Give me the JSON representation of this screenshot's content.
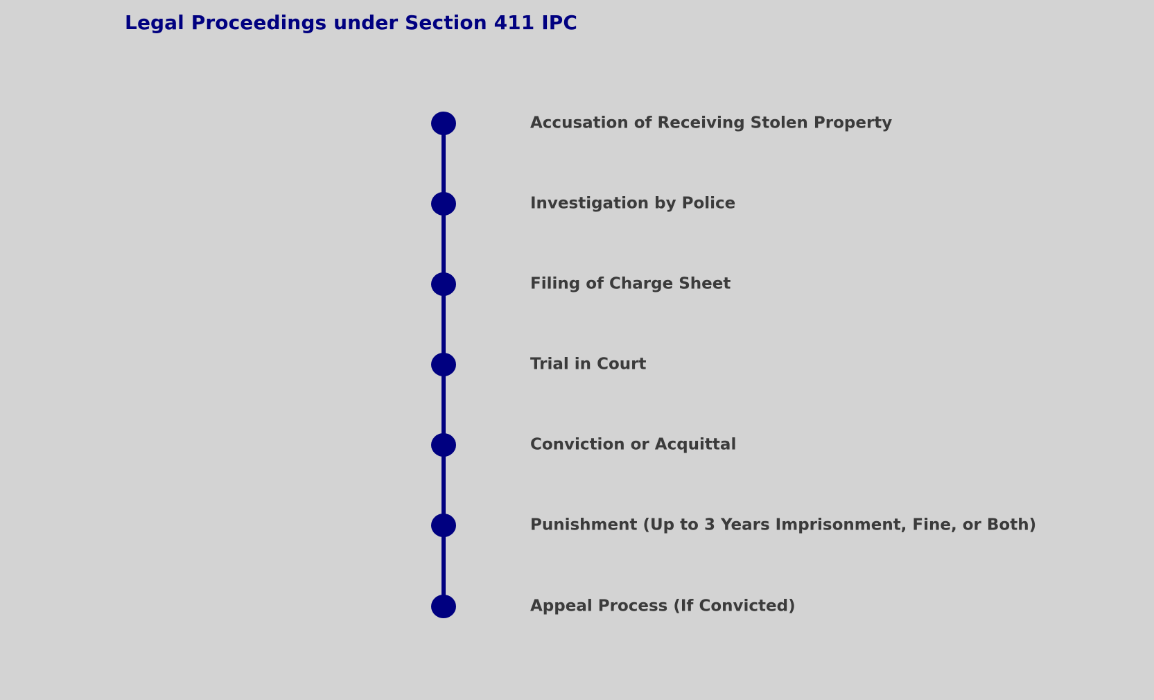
{
  "figure": {
    "title": "Legal Proceedings under Section 411 IPC",
    "background_color": "#d3d3d3",
    "title_color": "#000080",
    "accent_color": "#000080",
    "label_color": "#3b3b3b"
  },
  "chart_data": {
    "type": "timeline",
    "title": "Legal Proceedings under Section 411 IPC",
    "xlabel": "",
    "ylabel": "",
    "orientation": "vertical",
    "marker_shape": "circle",
    "marker_color": "#000080",
    "line_color": "#000080",
    "grid": false,
    "legend": "none",
    "categories": [
      "Accusation of Receiving Stolen Property",
      "Investigation by Police",
      "Filing of Charge Sheet",
      "Trial in Court",
      "Conviction or Acquittal",
      "Punishment (Up to 3 Years Imprisonment, Fine, or Both)",
      "Appeal Process (If Convicted)"
    ],
    "values": [
      1,
      2,
      3,
      4,
      5,
      6,
      7
    ],
    "steps": [
      {
        "order": 1,
        "label": "Accusation of Receiving Stolen Property"
      },
      {
        "order": 2,
        "label": "Investigation by Police"
      },
      {
        "order": 3,
        "label": "Filing of Charge Sheet"
      },
      {
        "order": 4,
        "label": "Trial in Court"
      },
      {
        "order": 5,
        "label": "Conviction or Acquittal"
      },
      {
        "order": 6,
        "label": "Punishment (Up to 3 Years Imprisonment, Fine, or Both)"
      },
      {
        "order": 7,
        "label": "Appeal Process (If Convicted)"
      }
    ]
  }
}
